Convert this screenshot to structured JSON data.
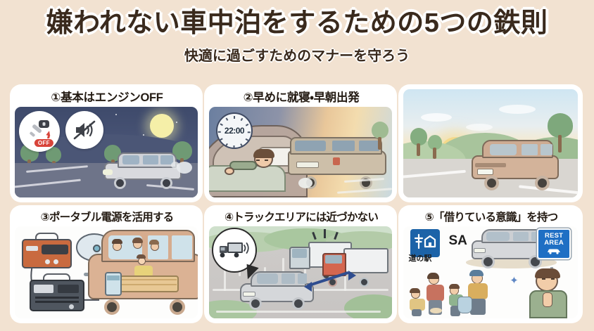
{
  "header": {
    "title": "嫌われない車中泊をするための5つの鉄則",
    "subtitle": "快適に過ごすためのマナーを守ろう"
  },
  "theme": {
    "page_background": "#f2e2d1",
    "card_background": "#ffffff",
    "title_color": "#3a2a1d",
    "title_outline": "#ffffff",
    "accent_blue": "#1f6fc4",
    "accent_red": "#d8443a",
    "arrow_blue": "#2f4d8f"
  },
  "cards": [
    {
      "id": "card-1",
      "number": "①",
      "title": "①基本はエンジンOFF",
      "scene": "night-parking",
      "icons": [
        {
          "name": "car-key-icon",
          "badge": "OFF"
        },
        {
          "name": "speaker-mute-icon",
          "badge": ""
        }
      ],
      "elements": [
        "moon",
        "stars",
        "trees",
        "silver-minivan",
        "exhaust-smoke",
        "parking-lines"
      ]
    },
    {
      "id": "card-2",
      "number": "②",
      "title": "②早めに就寝・早朝出発",
      "scene": "sleep-and-early-departure",
      "clock_time": "22:00",
      "elements": [
        "wall-clock",
        "person-sleeping-in-car",
        "beige-minivan-departing",
        "sunrise-glow",
        "trees"
      ]
    },
    {
      "id": "card-sunrise",
      "number": "",
      "title": "",
      "scene": "sunrise-drive",
      "elements": [
        "sunrise",
        "green-hills",
        "trees",
        "tan-suv",
        "road-lines"
      ]
    },
    {
      "id": "card-3",
      "number": "③",
      "title": "③ポータブル電源を活用する",
      "scene": "portable-power",
      "elements": [
        "orange-power-station",
        "dark-power-station",
        "electric-fan",
        "family-in-van",
        "electric-mattress",
        "cable"
      ]
    },
    {
      "id": "card-4",
      "number": "④",
      "title": "④トラックエリアには近づかない",
      "scene": "keep-away-from-trucks",
      "bubble_icon": "noisy-truck-icon",
      "elements": [
        "speech-bubble-truck",
        "white-truck",
        "red-truck",
        "silver-car",
        "distance-arrow",
        "parking-lines",
        "hedges"
      ]
    },
    {
      "id": "card-5",
      "number": "⑤",
      "title": "⑤「借りている意識」を持つ",
      "scene": "borrowed-space-manners",
      "signs": [
        {
          "name": "michinoeki-sign",
          "label": "道の駅"
        },
        {
          "name": "sa-label",
          "label": "SA"
        },
        {
          "name": "rest-area-sign",
          "line1": "REST",
          "line2": "AREA"
        }
      ],
      "elements": [
        "silver-minivan",
        "family-picking-up-litter",
        "trash-bag",
        "person-bowing-thanks",
        "sparkle"
      ]
    }
  ]
}
